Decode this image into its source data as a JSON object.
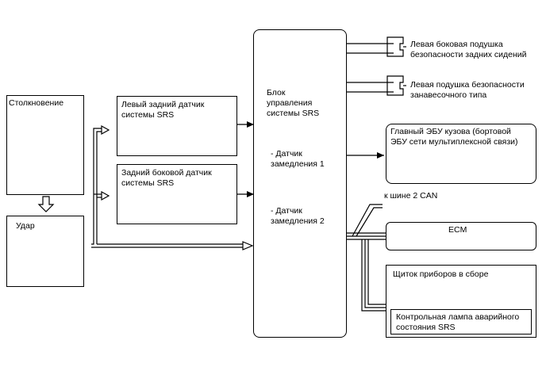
{
  "collision": {
    "title": "Столкновение"
  },
  "impact": {
    "title": "Удар"
  },
  "sensor_left_rear": {
    "label": "Левый задний датчик\nсистемы SRS"
  },
  "sensor_rear_side": {
    "label": "Задний боковой датчик\nсистемы SRS"
  },
  "srs_unit": {
    "title": "Блок\nуправления\nсистемы SRS",
    "sensor1": "- Датчик\nзамедления 1",
    "sensor2": "- Датчик\nзамедления 2"
  },
  "airbag_rear_seat": {
    "label": "Левая боковая подушка\nбезопасности задних сидений"
  },
  "airbag_curtain": {
    "label": "Левая подушка безопасности\nзанавесочного типа"
  },
  "body_ecu": {
    "label": "Главный ЭБУ кузова (бортовой\nЭБУ сети мультиплексной связи)"
  },
  "can_bus": {
    "label": "к шине 2 CAN"
  },
  "ecm": {
    "label": "ECM"
  },
  "combination_meter": {
    "label": "Щиток приборов в сборе"
  },
  "warning_lamp": {
    "label": "Контрольная лампа аварийного\nсостояния SRS"
  }
}
